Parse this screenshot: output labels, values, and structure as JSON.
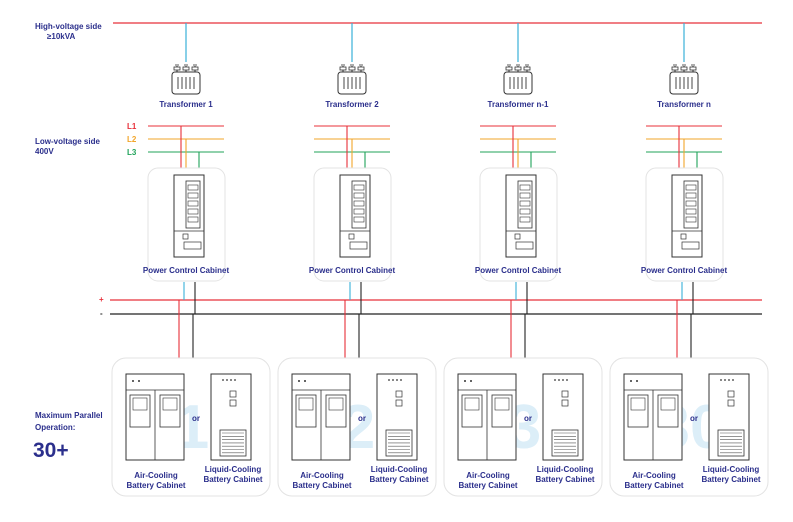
{
  "high_voltage": {
    "line1": "High-voltage side",
    "line2": "≥10kVA"
  },
  "low_voltage": {
    "line1": "Low-voltage side",
    "line2": "400V"
  },
  "phases": [
    "L1",
    "L2",
    "L3"
  ],
  "dc_bus": {
    "plus": "+",
    "minus": "-"
  },
  "parallel": {
    "line1": "Maximum Parallel",
    "line2": "Operation:",
    "count": "30+"
  },
  "units": [
    {
      "transformer": "Transformer 1",
      "pcs": "Power Control Cabinet",
      "watermark": "1"
    },
    {
      "transformer": "Transformer 2",
      "pcs": "Power Control Cabinet",
      "watermark": "2"
    },
    {
      "transformer": "Transformer n-1",
      "pcs": "Power Control Cabinet",
      "watermark": "3"
    },
    {
      "transformer": "Transformer n",
      "pcs": "Power Control Cabinet",
      "watermark": "30"
    }
  ],
  "battery": {
    "air_line1": "Air-Cooling",
    "air_line2": "Battery Cabinet",
    "or": "or",
    "liquid_line1": "Liquid-Cooling",
    "liquid_line2": "Battery Cabinet"
  },
  "colors": {
    "hv_line": "#e8303a",
    "feeder": "#3ab0d8",
    "label": "#2b2f8c",
    "l1": "#e8303a",
    "l2": "#f2a52a",
    "l3": "#20a35a",
    "dc_plus": "#e8303a",
    "dc_minus": "#222222",
    "panel_stroke": "#e3e3e3",
    "watermark": "#dceef8"
  }
}
